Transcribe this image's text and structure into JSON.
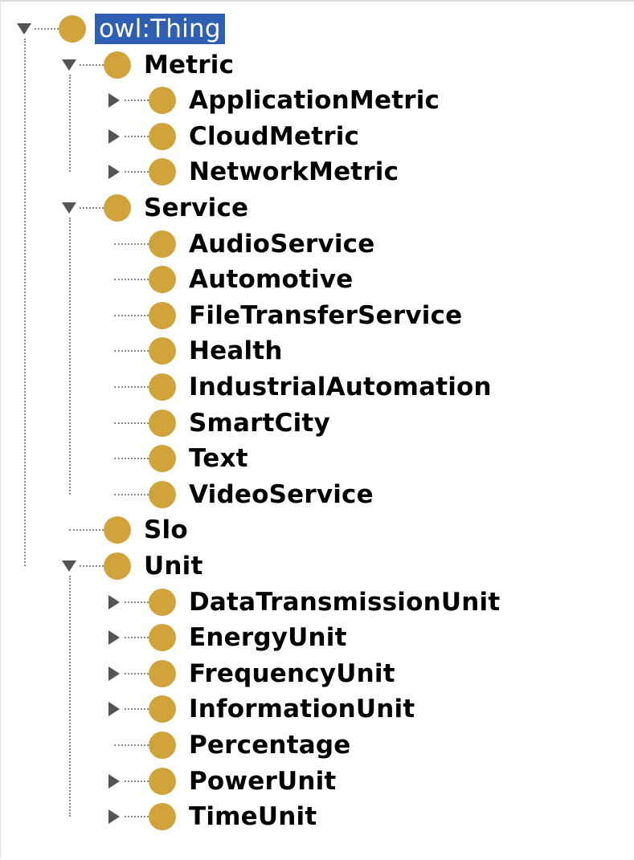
{
  "colors": {
    "node_icon": "#d0a43a",
    "selection_bg": "#2f5fb3",
    "selection_text": "#ffffff",
    "connector": "#8a8a8a",
    "toggle": "#555555"
  },
  "icons": {
    "expanded": "triangle-down-icon",
    "collapsed": "triangle-right-icon",
    "class_node": "class-circle-icon"
  },
  "tree": {
    "label": "owl:Thing",
    "selected": true,
    "expanded": true,
    "children": [
      {
        "label": "Metric",
        "expanded": true,
        "children": [
          {
            "label": "ApplicationMetric",
            "expanded": false,
            "has_children": true
          },
          {
            "label": "CloudMetric",
            "expanded": false,
            "has_children": true
          },
          {
            "label": "NetworkMetric",
            "expanded": false,
            "has_children": true
          }
        ]
      },
      {
        "label": "Service",
        "expanded": true,
        "children": [
          {
            "label": "AudioService",
            "has_children": false
          },
          {
            "label": "Automotive",
            "has_children": false
          },
          {
            "label": "FileTransferService",
            "has_children": false
          },
          {
            "label": "Health",
            "has_children": false
          },
          {
            "label": "IndustrialAutomation",
            "has_children": false
          },
          {
            "label": "SmartCity",
            "has_children": false
          },
          {
            "label": "Text",
            "has_children": false
          },
          {
            "label": "VideoService",
            "has_children": false
          }
        ]
      },
      {
        "label": "Slo",
        "has_children": false
      },
      {
        "label": "Unit",
        "expanded": true,
        "children": [
          {
            "label": "DataTransmissionUnit",
            "expanded": false,
            "has_children": true
          },
          {
            "label": "EnergyUnit",
            "expanded": false,
            "has_children": true
          },
          {
            "label": "FrequencyUnit",
            "expanded": false,
            "has_children": true
          },
          {
            "label": "InformationUnit",
            "expanded": false,
            "has_children": true
          },
          {
            "label": "Percentage",
            "has_children": false
          },
          {
            "label": "PowerUnit",
            "expanded": false,
            "has_children": true
          },
          {
            "label": "TimeUnit",
            "expanded": false,
            "has_children": true
          }
        ]
      }
    ]
  }
}
